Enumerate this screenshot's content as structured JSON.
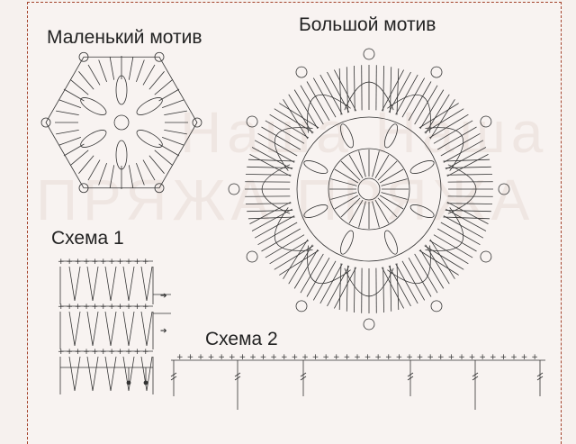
{
  "labels": {
    "small_motif": "Маленький мотив",
    "large_motif": "Большой мотив",
    "scheme1": "Схема 1",
    "scheme2": "Схема 2"
  },
  "watermark": {
    "line1": "Наша   Наша",
    "line2": "ПРЯЖА   ПРЯЖА"
  },
  "colors": {
    "border": "#a4442c",
    "ink": "#333333",
    "background": "#f8f3f1"
  }
}
